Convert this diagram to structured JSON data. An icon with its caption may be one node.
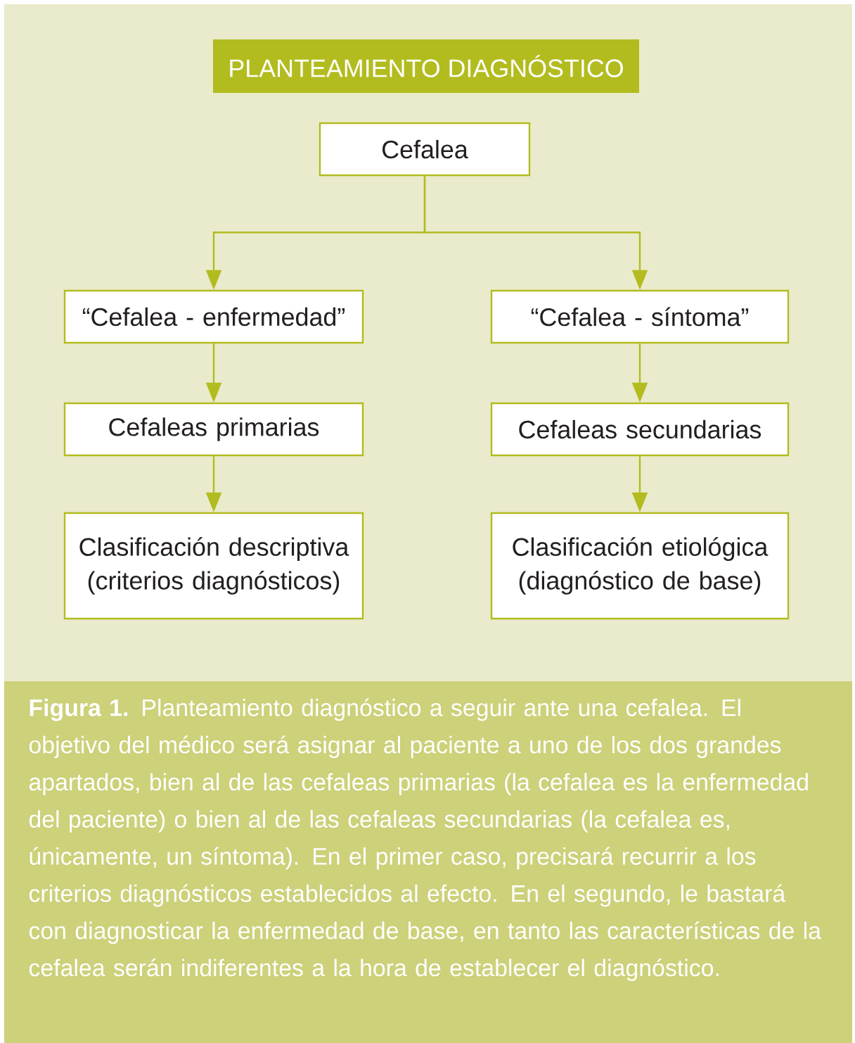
{
  "diagram": {
    "title": "PLANTEAMIENTO DIAGNÓSTICO",
    "caption": "**Figura 1.** Planteamiento diagnóstico a seguir ante una cefalea. El objetivo del médico será asignar al paciente a uno de los dos grandes apartados, bien al de las cefaleas primarias (la cefalea es la enfermedad del paciente) o bien al de las cefaleas secundarias (la cefalea es, únicamente, un síntoma). En el primer caso, precisará recurrir a los criterios diagnósticos establecidos al efecto. En el segundo, le bastará con diagnosticar la enfermedad de base, en tanto las características de la cefalea serán indiferentes a la hora de establecer el diagnóstico.",
    "nodes": [
      {
        "text": [
          "Cefalea"
        ]
      },
      {
        "text": [
          "“Cefalea - enfermedad”"
        ]
      },
      {
        "text": [
          "“Cefalea - síntoma”"
        ]
      },
      {
        "text": [
          "Cefaleas primarias"
        ]
      },
      {
        "text": [
          "Cefaleas secundarias"
        ]
      },
      {
        "text": [
          "Clasificación descriptiva (criterios diagnósticos)"
        ]
      },
      {
        "text": [
          "Clasificación etiológica (diagnóstico de base)"
        ]
      }
    ],
    "edges": [
      {
        "from": 0,
        "to": 1,
        "arrow": "to"
      },
      {
        "from": 0,
        "to": 2,
        "arrow": "to"
      },
      {
        "from": 1,
        "to": 3,
        "arrow": "to"
      },
      {
        "from": 2,
        "to": 4,
        "arrow": "to"
      },
      {
        "from": 3,
        "to": 5,
        "arrow": "to"
      },
      {
        "from": 4,
        "to": 6,
        "arrow": "to"
      }
    ]
  }
}
